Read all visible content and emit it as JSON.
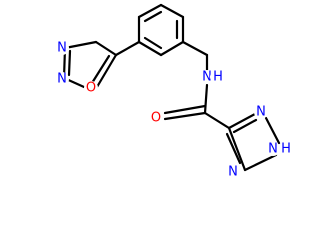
{
  "molecule": {
    "atoms": [
      {
        "id": "o_ox",
        "label": "O",
        "color": "#ff0000"
      },
      {
        "id": "n_ox1",
        "label": "N",
        "color": "#0000ff"
      },
      {
        "id": "n_ox2",
        "label": "N",
        "color": "#0000ff"
      },
      {
        "id": "n_amide",
        "label": "N",
        "color": "#0000ff"
      },
      {
        "id": "h_amide",
        "label": "H",
        "color": "#0000ff"
      },
      {
        "id": "o_carbonyl",
        "label": "O",
        "color": "#ff0000"
      },
      {
        "id": "n_tz_top",
        "label": "N",
        "color": "#0000ff"
      },
      {
        "id": "n_tz_h",
        "label": "N",
        "color": "#0000ff"
      },
      {
        "id": "h_tz",
        "label": "H",
        "color": "#0000ff"
      },
      {
        "id": "n_tz_bottom",
        "label": "N",
        "color": "#0000ff"
      }
    ]
  }
}
